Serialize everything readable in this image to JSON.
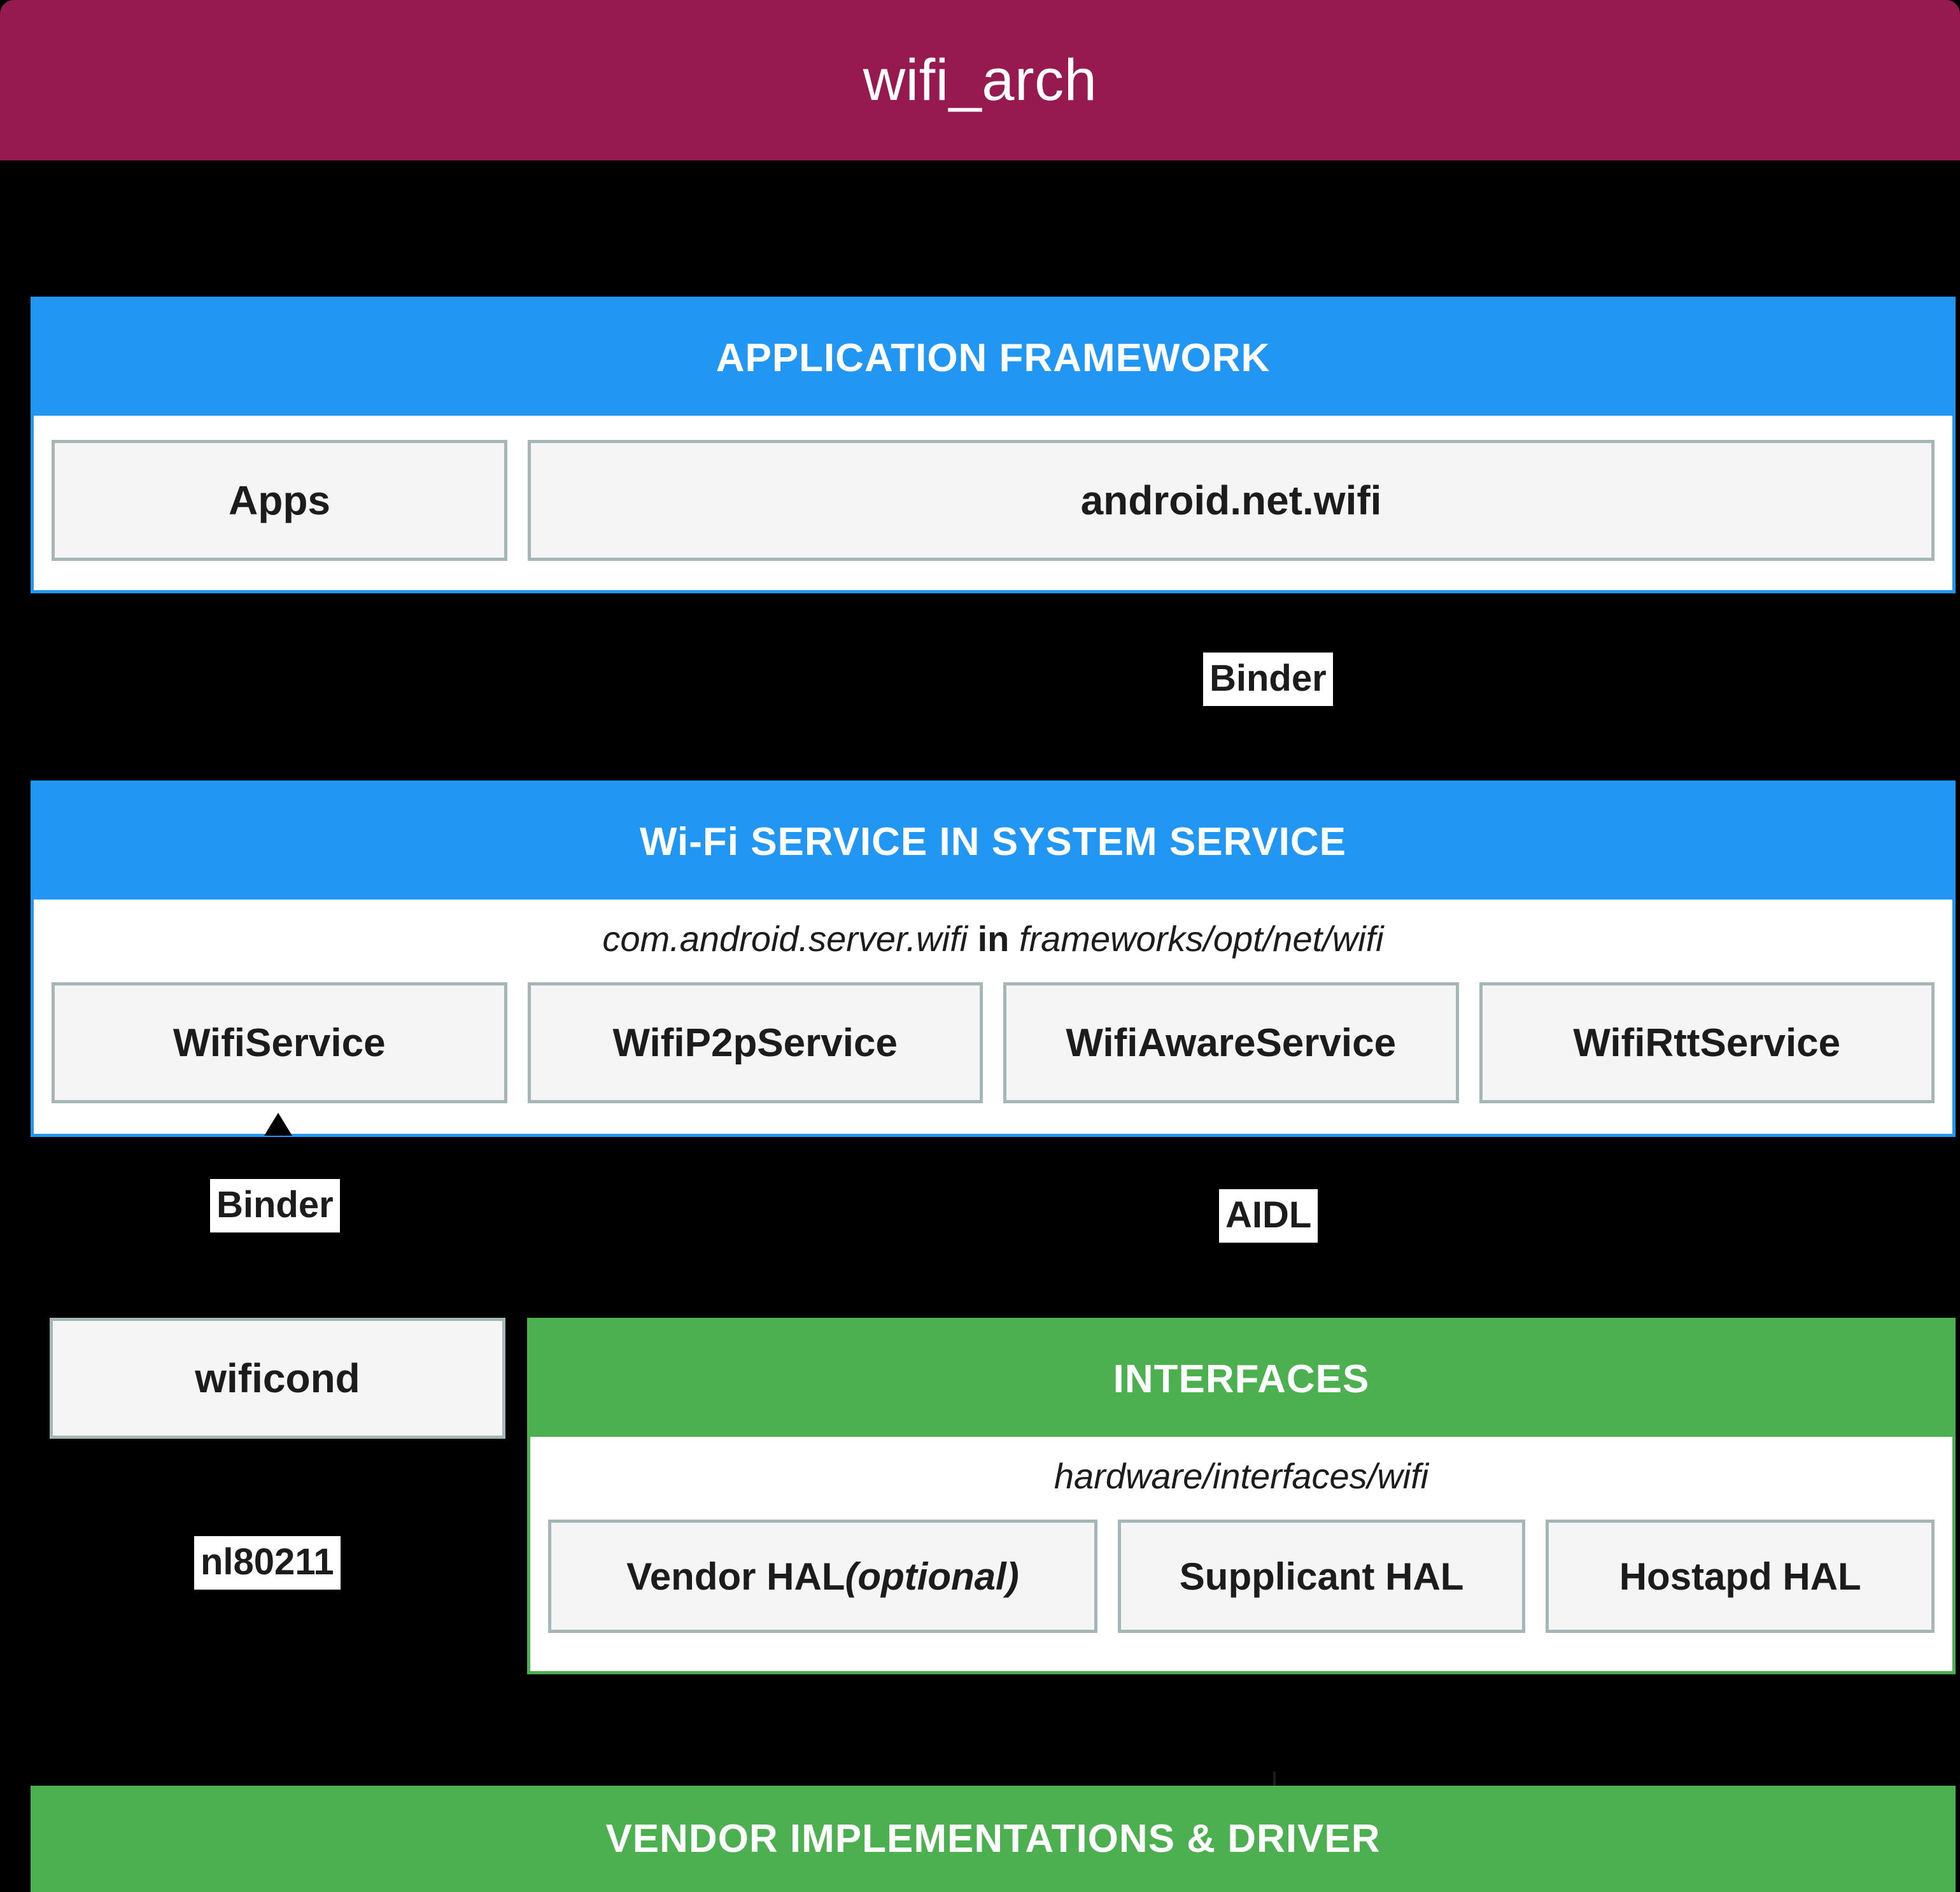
{
  "title": {
    "text": "wifi_arch"
  },
  "colors": {
    "title_bar": "#961A50",
    "framework_blue": "#2196F3",
    "interfaces_green": "#4CAF50",
    "box_fill": "#F5F5F5",
    "box_border": "#A5B6B6",
    "background": "#000000"
  },
  "application_framework": {
    "header": "APPLICATION FRAMEWORK",
    "boxes": [
      {
        "label": "Apps"
      },
      {
        "label": "android.net.wifi"
      }
    ]
  },
  "connector_binder_top": {
    "label": "Binder"
  },
  "wifi_service": {
    "header": "Wi-Fi SERVICE IN SYSTEM SERVICE",
    "subtitle_package": "com.android.server.wifi",
    "subtitle_in": "in",
    "subtitle_path": "frameworks/opt/net/wifi",
    "boxes": [
      {
        "label": "WifiService"
      },
      {
        "label": "WifiP2pService"
      },
      {
        "label": "WifiAwareService"
      },
      {
        "label": "WifiRttService"
      }
    ]
  },
  "connector_binder_bottom": {
    "label": "Binder"
  },
  "connector_aidl": {
    "label": "AIDL"
  },
  "wificond": {
    "label": "wificond"
  },
  "connector_nl80211": {
    "label": "nl80211"
  },
  "interfaces": {
    "header": "INTERFACES",
    "subtitle_path": "hardware/interfaces/wifi",
    "boxes": [
      {
        "label": "Vendor HAL ",
        "optional": "(optional)"
      },
      {
        "label": "Supplicant HAL",
        "optional": ""
      },
      {
        "label": "Hostapd HAL",
        "optional": ""
      }
    ]
  },
  "vendor": {
    "header": "VENDOR IMPLEMENTATIONS & DRIVER"
  }
}
